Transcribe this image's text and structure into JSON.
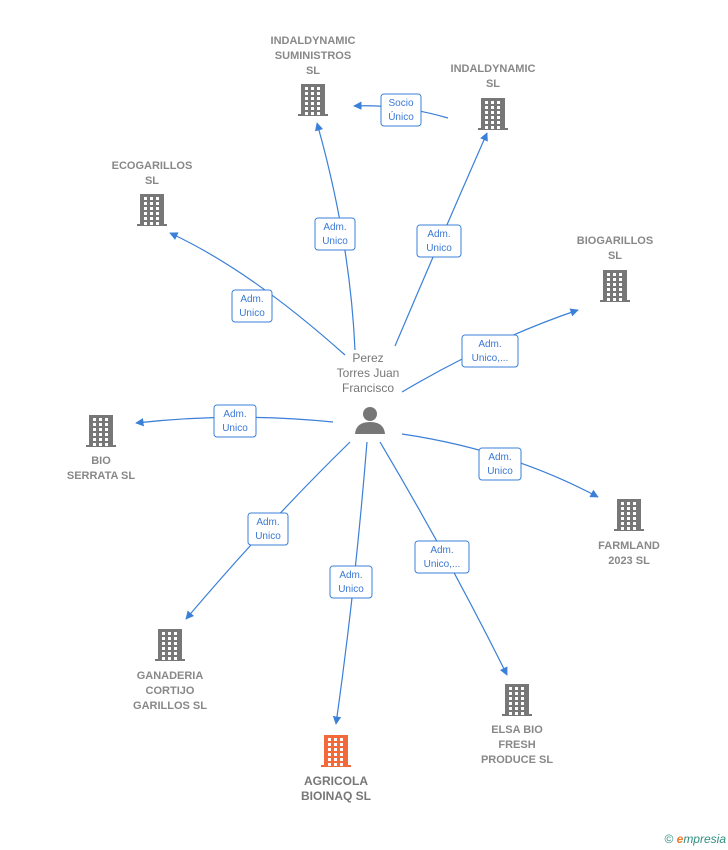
{
  "center": {
    "name_lines": [
      "Perez",
      "Torres Juan",
      "Francisco"
    ],
    "icon": "person-icon"
  },
  "companies": [
    {
      "id": "indaldynamic-suministros",
      "lines": [
        "INDALDYNAMIC",
        "SUMINISTROS",
        "SL"
      ],
      "icon": "building-icon",
      "color": "#777777"
    },
    {
      "id": "indaldynamic",
      "lines": [
        "INDALDYNAMIC",
        "SL"
      ],
      "icon": "building-icon",
      "color": "#777777"
    },
    {
      "id": "ecogarillos",
      "lines": [
        "ECOGARILLOS",
        "SL"
      ],
      "icon": "building-icon",
      "color": "#777777"
    },
    {
      "id": "biogarillos",
      "lines": [
        "BIOGARILLOS",
        "SL"
      ],
      "icon": "building-icon",
      "color": "#777777"
    },
    {
      "id": "bio-serrata",
      "lines": [
        "BIO",
        "SERRATA  SL"
      ],
      "icon": "building-icon",
      "color": "#777777"
    },
    {
      "id": "farmland-2023",
      "lines": [
        "FARMLAND",
        "2023  SL"
      ],
      "icon": "building-icon",
      "color": "#777777"
    },
    {
      "id": "ganaderia-cortijo-garillos",
      "lines": [
        "GANADERIA",
        "CORTIJO",
        "GARILLOS  SL"
      ],
      "icon": "building-icon",
      "color": "#777777"
    },
    {
      "id": "agricola-bioinaq",
      "lines": [
        "AGRICOLA",
        "BIOINAQ  SL"
      ],
      "icon": "building-icon",
      "color": "#f26a3a"
    },
    {
      "id": "elsa-bio-fresh-produce",
      "lines": [
        "ELSA BIO",
        "FRESH",
        "PRODUCE  SL"
      ],
      "icon": "building-icon",
      "color": "#777777"
    }
  ],
  "relations": [
    {
      "from": "center",
      "to": "indaldynamic-suministros",
      "label_lines": [
        "Adm.",
        "Unico"
      ]
    },
    {
      "from": "center",
      "to": "indaldynamic",
      "label_lines": [
        "Adm.",
        "Unico"
      ]
    },
    {
      "from": "indaldynamic",
      "to": "indaldynamic-suministros",
      "label_lines": [
        "Socio",
        "Único"
      ]
    },
    {
      "from": "center",
      "to": "ecogarillos",
      "label_lines": [
        "Adm.",
        "Unico"
      ]
    },
    {
      "from": "center",
      "to": "biogarillos",
      "label_lines": [
        "Adm.",
        "Unico,..."
      ]
    },
    {
      "from": "center",
      "to": "bio-serrata",
      "label_lines": [
        "Adm.",
        "Unico"
      ]
    },
    {
      "from": "center",
      "to": "farmland-2023",
      "label_lines": [
        "Adm.",
        "Unico"
      ]
    },
    {
      "from": "center",
      "to": "ganaderia-cortijo-garillos",
      "label_lines": [
        "Adm.",
        "Unico"
      ]
    },
    {
      "from": "center",
      "to": "agricola-bioinaq",
      "label_lines": [
        "Adm.",
        "Unico"
      ]
    },
    {
      "from": "center",
      "to": "elsa-bio-fresh-produce",
      "label_lines": [
        "Adm.",
        "Unico,..."
      ]
    }
  ],
  "footer": {
    "copyright_symbol": "©",
    "brand_initial": "e",
    "brand_rest": "mpresia"
  }
}
